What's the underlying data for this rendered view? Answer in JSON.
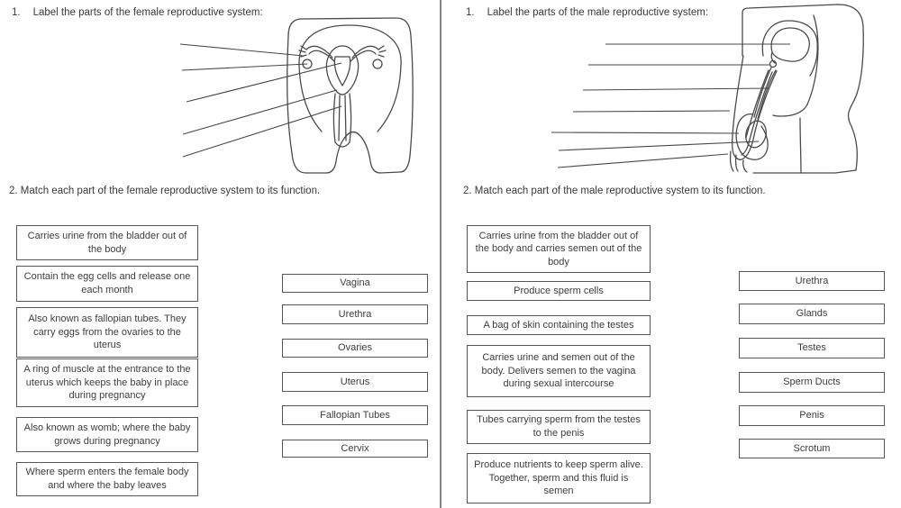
{
  "left": {
    "q1_number": "1.",
    "q1_text": "Label the parts of the female reproductive system:",
    "q2_text": "2. Match each part of the female reproductive system to its function.",
    "functions": [
      "Carries urine from the bladder out of the body",
      "Contain the egg cells and release one each month",
      "Also known as fallopian tubes. They carry eggs from the ovaries to the uterus",
      "A ring of muscle at the entrance to the uterus which keeps the baby in place during pregnancy",
      "Also known as womb; where the baby grows during pregnancy",
      "Where sperm enters the female body and where the baby leaves"
    ],
    "terms": [
      "Vagina",
      "Urethra",
      "Ovaries",
      "Uterus",
      "Fallopian Tubes",
      "Cervix"
    ]
  },
  "right": {
    "q1_number": "1.",
    "q1_text": "Label the parts of the male reproductive system:",
    "q2_text": "2. Match each part of the male reproductive system to its function.",
    "functions": [
      "Carries urine from the bladder out of the body and carries semen out of the body",
      "Produce sperm cells",
      "A bag of skin containing the testes",
      "Carries urine and semen out of the body. Delivers semen to the vagina during sexual intercourse",
      "Tubes carrying sperm from the testes to the penis",
      "Produce nutrients to keep sperm alive. Together, sperm and this fluid is semen"
    ],
    "terms": [
      "Urethra",
      "Glands",
      "Testes",
      "Sperm Ducts",
      "Penis",
      "Scrotum"
    ]
  }
}
